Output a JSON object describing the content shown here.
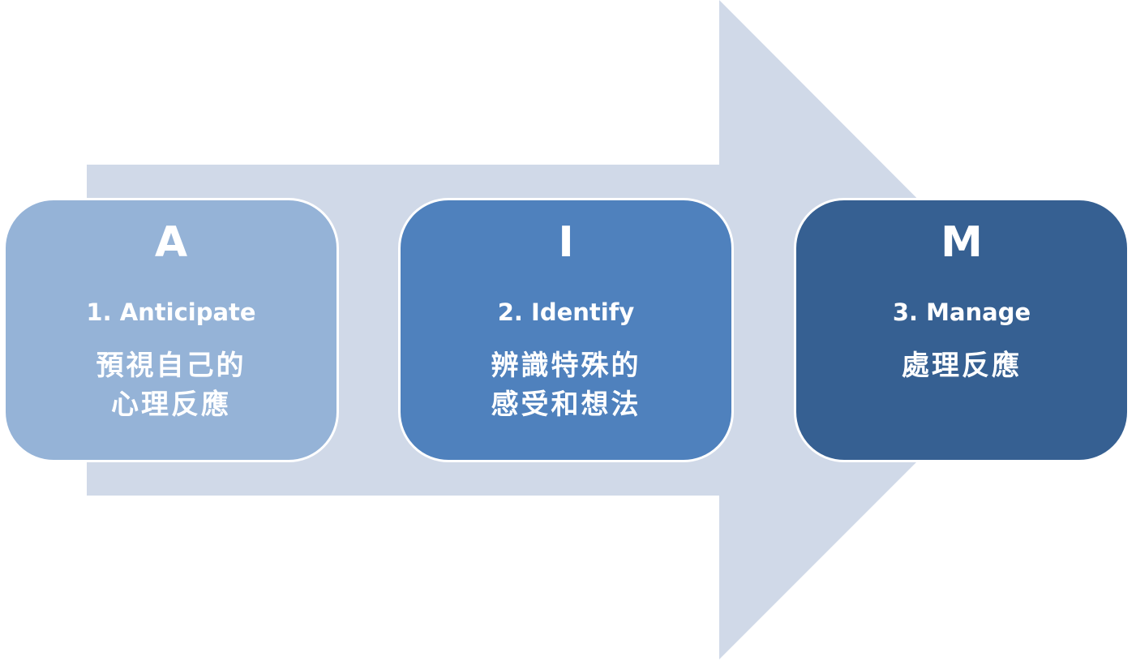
{
  "colors": {
    "arrow": "#d0d9e8",
    "step_a": "#95b3d7",
    "step_i": "#4f81bd",
    "step_m": "#366092",
    "text": "#ffffff",
    "border": "#ffffff"
  },
  "steps": [
    {
      "letter": "A",
      "label": "1. Anticipate",
      "desc_lines": [
        "預視自己的",
        "心理反應"
      ]
    },
    {
      "letter": "I",
      "label": "2. Identify",
      "desc_lines": [
        "辨識特殊的",
        "感受和想法"
      ]
    },
    {
      "letter": "M",
      "label": "3. Manage",
      "desc_lines": [
        "處理反應"
      ]
    }
  ]
}
